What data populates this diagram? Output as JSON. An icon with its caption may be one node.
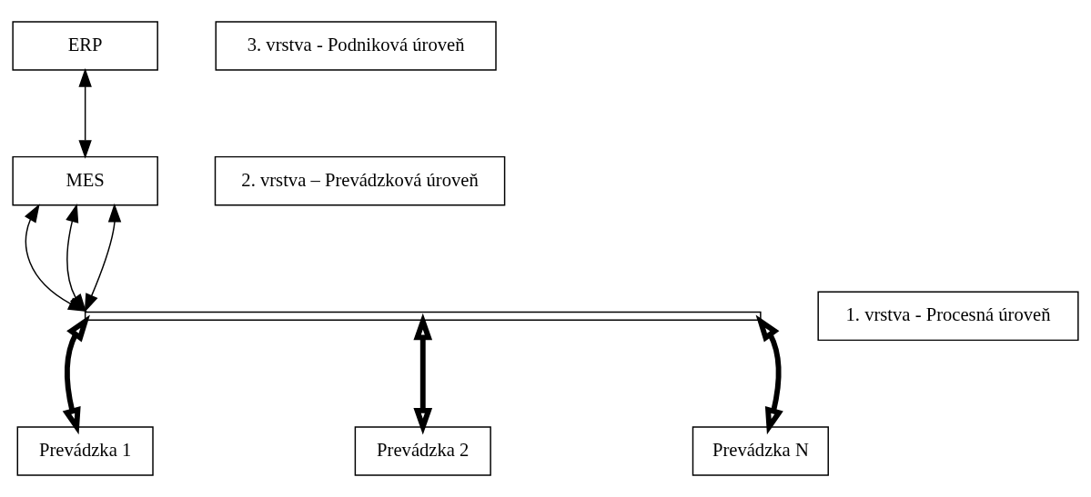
{
  "diagram": {
    "nodes": [
      {
        "text": [
          "ERP"
        ]
      },
      {
        "text": [
          "3. vrstva - Podniková úroveň"
        ]
      },
      {
        "text": [
          "MES"
        ]
      },
      {
        "text": [
          "2. vrstva – Prevádzková úroveň"
        ]
      },
      {
        "text": [],
        "shape": "bar"
      },
      {
        "text": [
          "1. vrstva - Procesná úroveň"
        ]
      },
      {
        "text": [
          "Prevádzka 1"
        ]
      },
      {
        "text": [
          "Prevádzka 2"
        ]
      },
      {
        "text": [
          "Prevádzka N"
        ]
      }
    ],
    "edges": [
      {
        "from": 0,
        "to": 2,
        "arrow": "both"
      },
      {
        "from": 2,
        "to": 4,
        "arrow": "both"
      },
      {
        "from": 2,
        "to": 4,
        "arrow": "both"
      },
      {
        "from": 2,
        "to": 4,
        "arrow": "both"
      },
      {
        "from": 4,
        "to": 6,
        "arrow": "both",
        "style": "thick"
      },
      {
        "from": 4,
        "to": 7,
        "arrow": "both",
        "style": "thick"
      },
      {
        "from": 4,
        "to": 8,
        "arrow": "both",
        "style": "thick"
      }
    ]
  }
}
